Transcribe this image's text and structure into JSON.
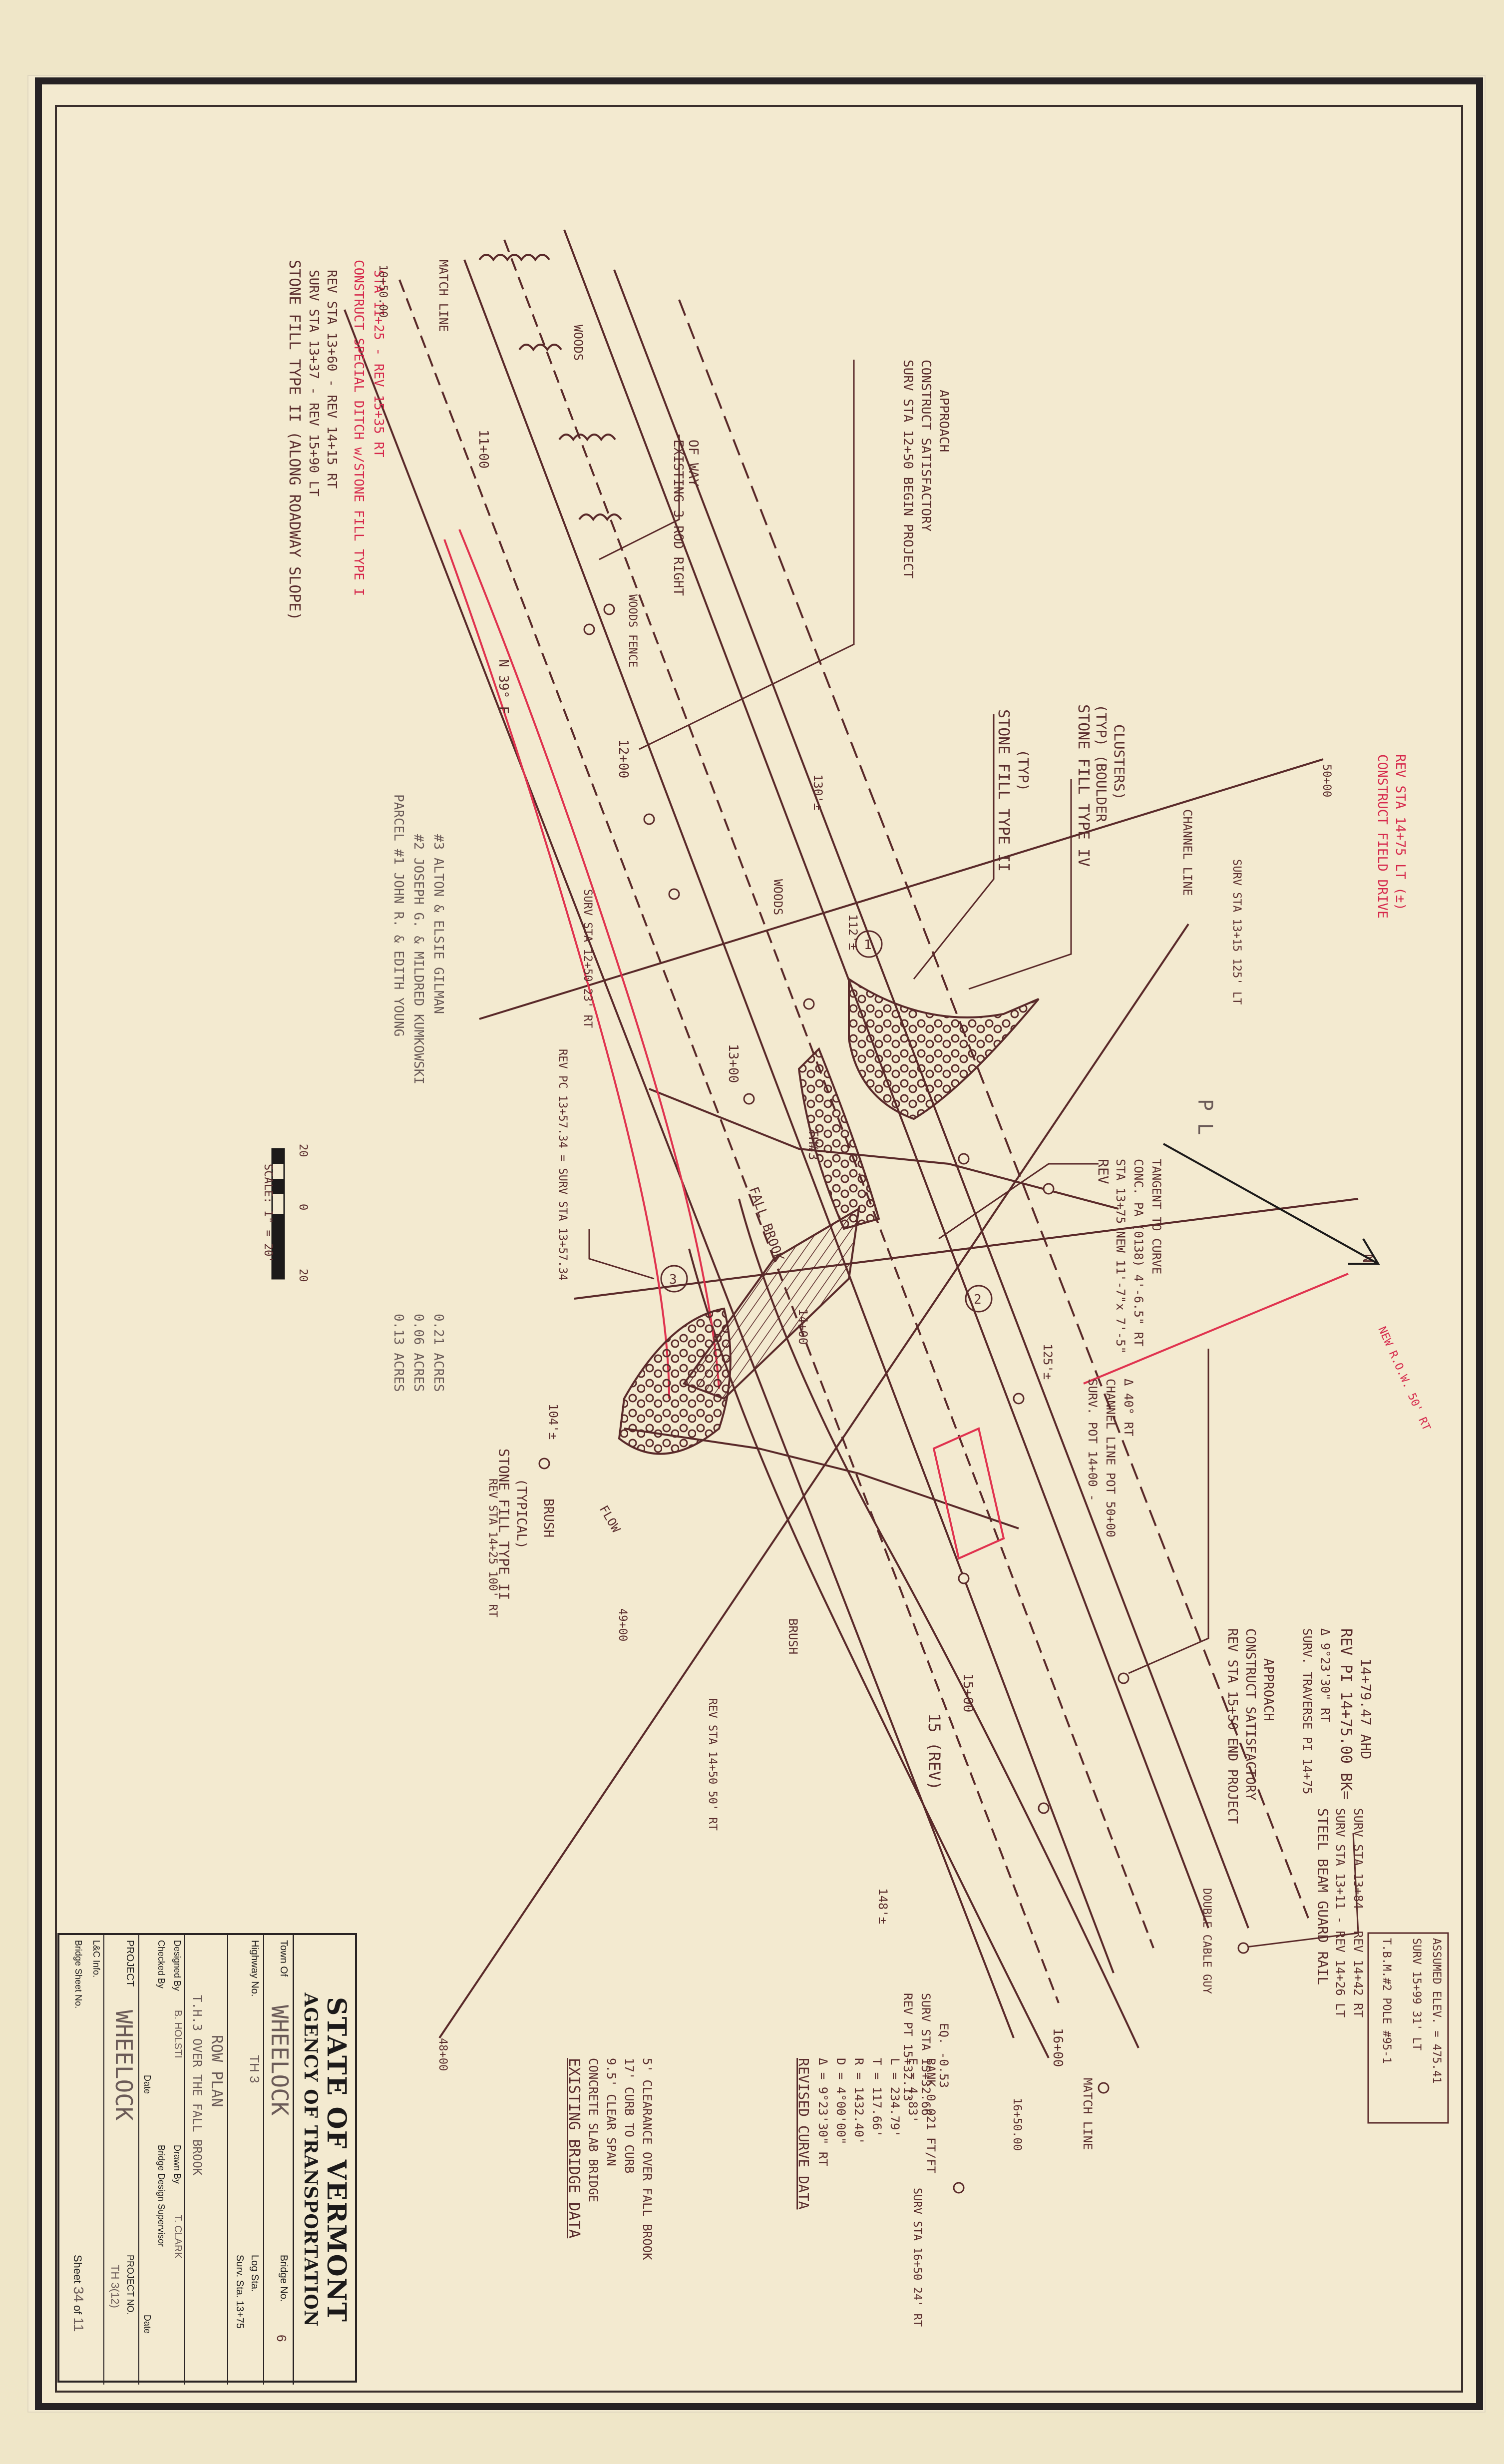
{
  "title_block": {
    "agency_line1": "STATE OF VERMONT",
    "agency_line2": "AGENCY OF TRANSPORTATION",
    "town_label": "Town Of",
    "town_value": "WHEELOCK",
    "bridge_no_label": "Bridge No.",
    "bridge_no_value": "6",
    "highway_no_label": "Highway No.",
    "highway_no_value": "TH 3",
    "log_sta_label": "Log Sta.",
    "surv_sta_label": "Surv. Sta. 13+75",
    "sheet_title": "ROW PLAN",
    "sheet_subtitle": "T.H.3 OVER THE FALL BROOK",
    "designed_by": "Designed By",
    "designed_value": "B. HOLSTI",
    "drawn_by": "Drawn By",
    "drawn_value": "T. CLARK",
    "checked_by": "Checked By",
    "bridge_design_supervisor": "Bridge Design Supervisor",
    "date_label": "Date",
    "project_label": "PROJECT",
    "project_value": "WHEELOCK",
    "project_no_label": "PROJECT NO.",
    "project_no_value": "TH 3(12)",
    "ldc_info": "L&C Info.",
    "bridge_sheet_no": "Bridge Sheet No.",
    "sheet_label": "Sheet",
    "sheet_no": "34",
    "sheet_of": "of",
    "sheet_total": "11"
  },
  "notes": {
    "stone_fill_title": "STONE FILL TYPE II (ALONG ROADWAY SLOPE)",
    "stone_fill_l1": "SURV STA 13+37 - REV 15+90 LT",
    "stone_fill_l2": "REV STA 13+60 - REV 14+15 RT",
    "special_ditch_l1": "CONSTRUCT SPECIAL DITCH w/STONE FILL TYPE I",
    "special_ditch_l2": "STA 11+25 - REV 15+35 RT",
    "field_drive_l1": "CONSTRUCT FIELD DRIVE",
    "field_drive_l2": "REV STA 14+75 LT (±)",
    "guard_rail_title": "STEEL BEAM GUARD RAIL",
    "guard_rail_l1": "SURV STA 13+11 - REV 14+26 LT",
    "guard_rail_l2": "SURV STA 13+84 - REV 14+42 RT",
    "tbm_l1": "T.B.M.#2  POLE #95-1",
    "tbm_l2": "SURV 15+99  31' LT",
    "tbm_l3": "ASSUMED ELEV. = 475.41",
    "begin_project_l1": "SURV STA 12+50 BEGIN PROJECT",
    "begin_project_l2": "CONSTRUCT SATISFACTORY",
    "begin_project_l3": "APPROACH",
    "end_project_l1": "REV STA 15+50 END PROJECT",
    "end_project_l2": "CONSTRUCT SATISFACTORY",
    "end_project_l3": "APPROACH",
    "double_cable": "DOUBLE CABLE GUY",
    "stone_fill_iv_l1": "STONE FILL TYPE IV",
    "stone_fill_iv_l2": "(TYP) (BOULDER",
    "stone_fill_iv_l3": "CLUSTERS)",
    "stone_fill_ii_typ_l1": "STONE FILL TYPE II",
    "stone_fill_ii_typ_l2": "(TYP)",
    "stone_fill_ii_bot_l1": "STONE FILL TYPE II",
    "stone_fill_ii_bot_l2": "(TYPICAL)",
    "rev_note_l1": "REV",
    "rev_note_l2": "STA 13+75  NEW 11'-7\"x 7'-5\"",
    "rev_note_l3": "CONC. PA (0138) 4'-6.5\" RT",
    "rev_note_l4": "TANGENT TO CURVE",
    "surv_pot_l1": "SURV. POT 14+00 -",
    "surv_pot_l2": "CHANNEL LINE POT 50+00",
    "surv_pot_l3": "Δ 40° RT",
    "traverse_l1": "SURV. TRAVERSE PI 14+75",
    "traverse_l2": "Δ 9°23'30\" RT",
    "traverse_l3": "REV PI 14+75.00 BK=",
    "traverse_l4": "14+79.47 AHD",
    "rev_pt_l1": "REV PT 15+32.13",
    "rev_pt_l2": "SURV STA 15+32.66",
    "rev_pt_l3": "EQ. -0.53",
    "new_rt": "NEW R.O.W. 50' RT"
  },
  "curve_data": {
    "title": "REVISED CURVE DATA",
    "delta": "Δ = 9°23'30\" RT",
    "d": "D = 4°00'00\"",
    "r": "R = 1432.40'",
    "t": "T = 117.66'",
    "l": "L = 234.79'",
    "e": "E = 4.83'",
    "bank": "BANK 0.021 FT/FT"
  },
  "existing_bridge": {
    "title": "EXISTING BRIDGE DATA",
    "l1": "CONCRETE SLAB BRIDGE",
    "l2": "9.5' CLEAR SPAN",
    "l3": "17' CURB TO CURB",
    "l4": "5' CLEARANCE OVER FALL BROOK"
  },
  "parcels": {
    "p1": "PARCEL #1  JOHN R. & EDITH YOUNG",
    "p1_area": "0.13 ACRES",
    "p2": "#2  JOSEPH G. & MILDRED KUMKOWSKI",
    "p2_area": "0.06 ACRES",
    "p3": "#3  ALTON & ELSIE GILMAN",
    "p3_area": "0.21 ACRES"
  },
  "scale": {
    "label": "SCALE: 1\" = 20'",
    "t0": "20",
    "t1": "0",
    "t2": "20"
  },
  "map_labels": {
    "match_line_top": "MATCH LINE",
    "match_line_top_sta": "10+50.00",
    "match_line_bot": "MATCH LINE",
    "match_line_bot_sta": "16+50.00",
    "woods1": "WOODS",
    "woods2": "WOODS",
    "woods3": "WOODS",
    "row_label_l1": "EXISTING 3 ROD RIGHT",
    "row_label_l2": "OF WAY",
    "fence": "FENCE",
    "brush1": "BRUSH",
    "brush2": "BRUSH",
    "channel_line": "CHANNEL LINE",
    "fall_brook": "FALL BROOK",
    "flow": "FLOW",
    "th3": "TH#3",
    "rev15": "15 (REV)",
    "pl": "P L",
    "sta_1100": "11+00",
    "sta_1200": "12+00",
    "sta_1300": "13+00",
    "sta_1400": "14+00",
    "sta_1500": "15+00",
    "sta_1600": "16+00",
    "sta_4800": "48+00",
    "sta_4900": "49+00",
    "sta_5000": "50+00",
    "n_bearing": "N 39° E",
    "circle1": "1",
    "circle2": "2",
    "circle3": "3",
    "off_112": "112'±",
    "off_125": "125'±",
    "off_148": "148'±",
    "off_104": "104'±",
    "off_130": "130'±",
    "row_2350": "SURV STA 12+50 23' RT",
    "row_2375": "SURV STA 13+15 125' LT",
    "rev_pc": "REV PC 13+57.34 = SURV STA 13+57.34",
    "surv_1650": "SURV STA 16+50 24' RT",
    "rev_1425": "REV STA 14+25 100' RT",
    "rev_1450": "REV STA 14+50 50' RT",
    "north": "N"
  },
  "colors": {
    "ink": "#5a2a2a",
    "red": "#e0334f",
    "paper": "#f3ead0",
    "border": "#262224"
  }
}
